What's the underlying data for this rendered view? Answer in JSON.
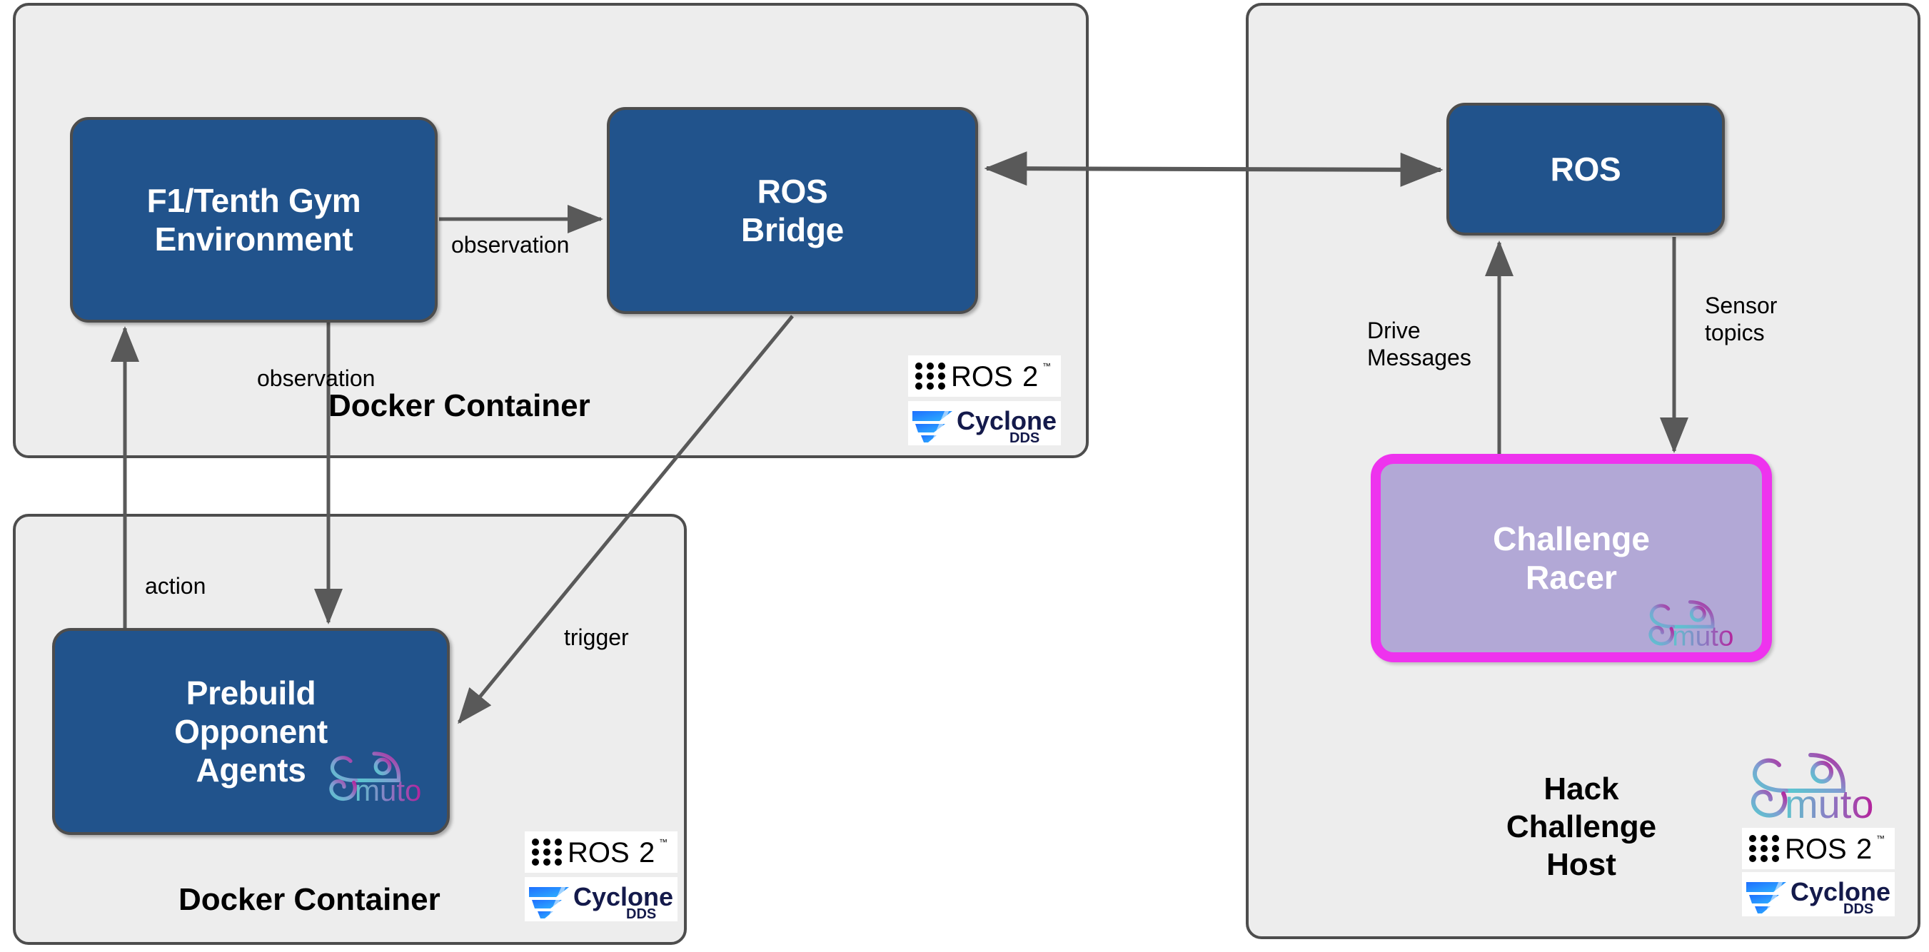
{
  "diagram": {
    "title": "F1Tenth Gym / ROS Bridge Hack Challenge Architecture",
    "colors": {
      "node_fill": "#21538c",
      "node_border": "#4d4d4d",
      "group_fill": "#ededed",
      "group_border": "#4d4d4d",
      "racer_fill": "#b2a8d6",
      "racer_border": "#ee33ee",
      "edge": "#595959",
      "text_light": "#ffffff",
      "text_dark": "#000000",
      "muto_teal": "#4fc3c7",
      "muto_magenta": "#b5249b",
      "cyclone_navy": "#141a4b",
      "cyclone_blue": "#1f6fff"
    }
  },
  "groups": [
    {
      "id": "sim",
      "caption": "Docker Container"
    },
    {
      "id": "agents",
      "caption": "Docker Container"
    },
    {
      "id": "host",
      "caption": "Hack\nChallenge\nHost"
    }
  ],
  "nodes": [
    {
      "id": "gym",
      "label": "F1/Tenth Gym\nEnvironment"
    },
    {
      "id": "bridge",
      "label": "ROS\nBridge"
    },
    {
      "id": "prebuild",
      "label": "Prebuild\nOpponent\nAgents"
    },
    {
      "id": "ros",
      "label": "ROS"
    },
    {
      "id": "racer",
      "label": "Challenge\nRacer"
    }
  ],
  "edges": [
    {
      "id": "gym-to-bridge",
      "label": "observation",
      "from": "gym",
      "to": "bridge",
      "direction": "forward"
    },
    {
      "id": "gym-to-prebuild",
      "label": "observation",
      "from": "gym",
      "to": "prebuild",
      "direction": "forward"
    },
    {
      "id": "prebuild-to-gym",
      "label": "action",
      "from": "prebuild",
      "to": "gym",
      "direction": "forward"
    },
    {
      "id": "bridge-to-prebuild",
      "label": "trigger",
      "from": "bridge",
      "to": "prebuild",
      "direction": "forward"
    },
    {
      "id": "bridge-to-ros",
      "label": "",
      "from": "bridge",
      "to": "ros",
      "direction": "both"
    },
    {
      "id": "racer-to-ros",
      "label": "Drive\nMessages",
      "from": "racer",
      "to": "ros",
      "direction": "forward"
    },
    {
      "id": "ros-to-racer",
      "label": "Sensor\ntopics",
      "from": "ros",
      "to": "racer",
      "direction": "forward"
    }
  ],
  "logos": {
    "ros2": {
      "name": "ros2-logo",
      "wordmark": "ROS",
      "version": "2",
      "tm": "™"
    },
    "cyclone": {
      "name": "cyclone-dds-logo",
      "wordmark": "Cyclone",
      "sub": "DDS"
    },
    "muto": {
      "name": "muto-logo",
      "wordmark": "muto"
    }
  },
  "logo_placements": [
    {
      "group": "sim",
      "items": [
        "ros2",
        "cyclone"
      ]
    },
    {
      "group": "agents",
      "items": [
        "ros2",
        "cyclone"
      ]
    },
    {
      "group": "host",
      "items": [
        "muto",
        "ros2",
        "cyclone"
      ]
    },
    {
      "node": "prebuild",
      "items": [
        "muto"
      ]
    },
    {
      "node": "racer",
      "items": [
        "muto"
      ]
    }
  ]
}
